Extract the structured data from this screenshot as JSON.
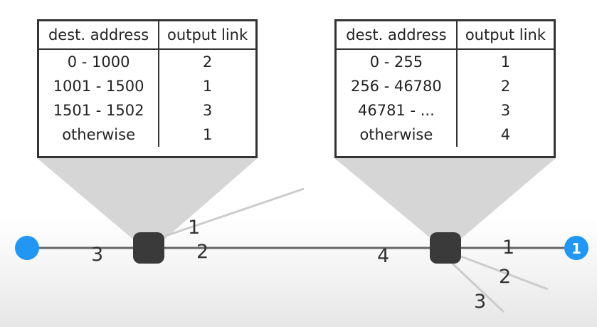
{
  "colors": {
    "node": "#2196f3",
    "router": "#3a3a3a",
    "wire": "#666666",
    "faded_wire": "#cccccc",
    "zoom_wedge": "#d6d6d6"
  },
  "router_left": {
    "table": {
      "headers": [
        "dest. address",
        "output link"
      ],
      "rows": [
        [
          "0 - 1000",
          "2"
        ],
        [
          "1001 - 1500",
          "1"
        ],
        [
          "1501 - 1502",
          "3"
        ],
        [
          "otherwise",
          "1"
        ]
      ]
    },
    "links": {
      "west": "3",
      "east": "2",
      "up": "1"
    }
  },
  "router_right": {
    "table": {
      "headers": [
        "dest. address",
        "output link"
      ],
      "rows": [
        [
          "0 - 255",
          "1"
        ],
        [
          "256 - 46780",
          "2"
        ],
        [
          "46781 - ...",
          "3"
        ],
        [
          "otherwise",
          "4"
        ]
      ]
    },
    "links": {
      "west": "4",
      "east": "1",
      "down_right": "2",
      "down": "3"
    }
  },
  "destination_node": {
    "label": "1"
  }
}
